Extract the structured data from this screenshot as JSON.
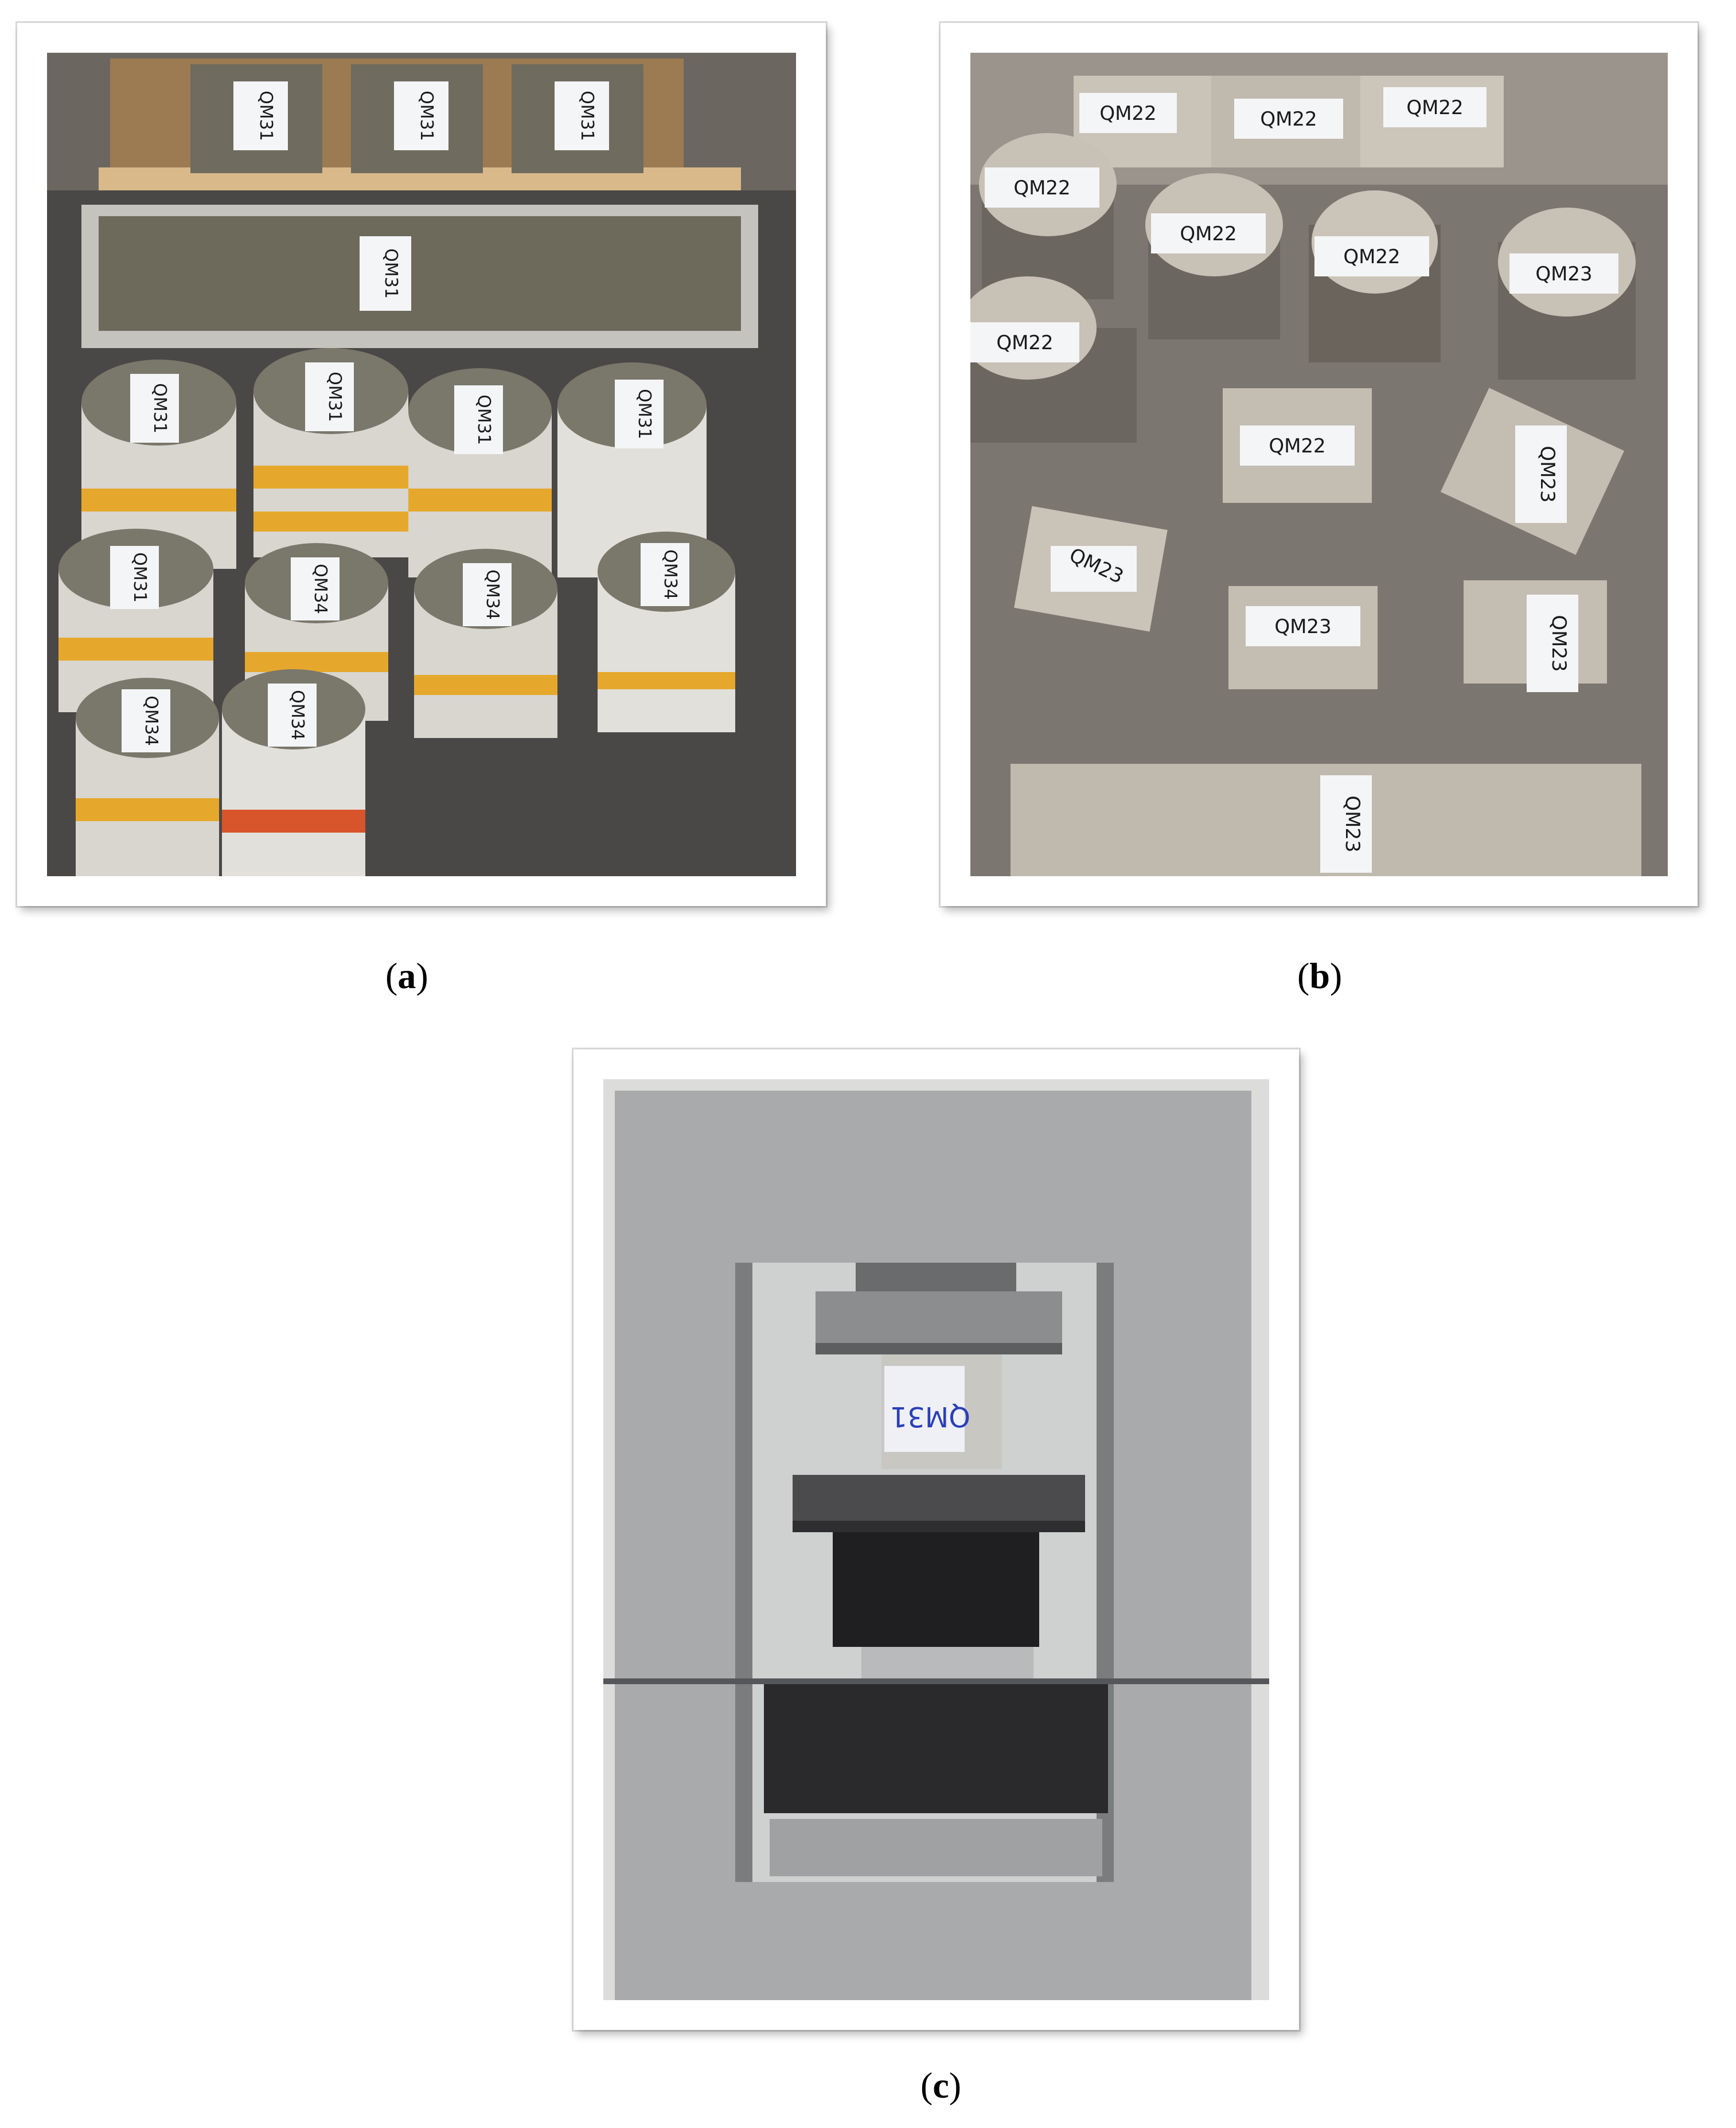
{
  "panels": [
    {
      "id": "a",
      "caption_open": "(",
      "caption_letter": "a",
      "caption_close": ")",
      "specimen_label": "QM31",
      "specimen_label_2": "QM34"
    },
    {
      "id": "b",
      "caption_open": "(",
      "caption_letter": "b",
      "caption_close": ")",
      "specimen_label": "QM22",
      "specimen_label_2": "QM23"
    },
    {
      "id": "c",
      "caption_open": "(",
      "caption_letter": "c",
      "caption_close": ")",
      "specimen_label": "QM31"
    }
  ]
}
